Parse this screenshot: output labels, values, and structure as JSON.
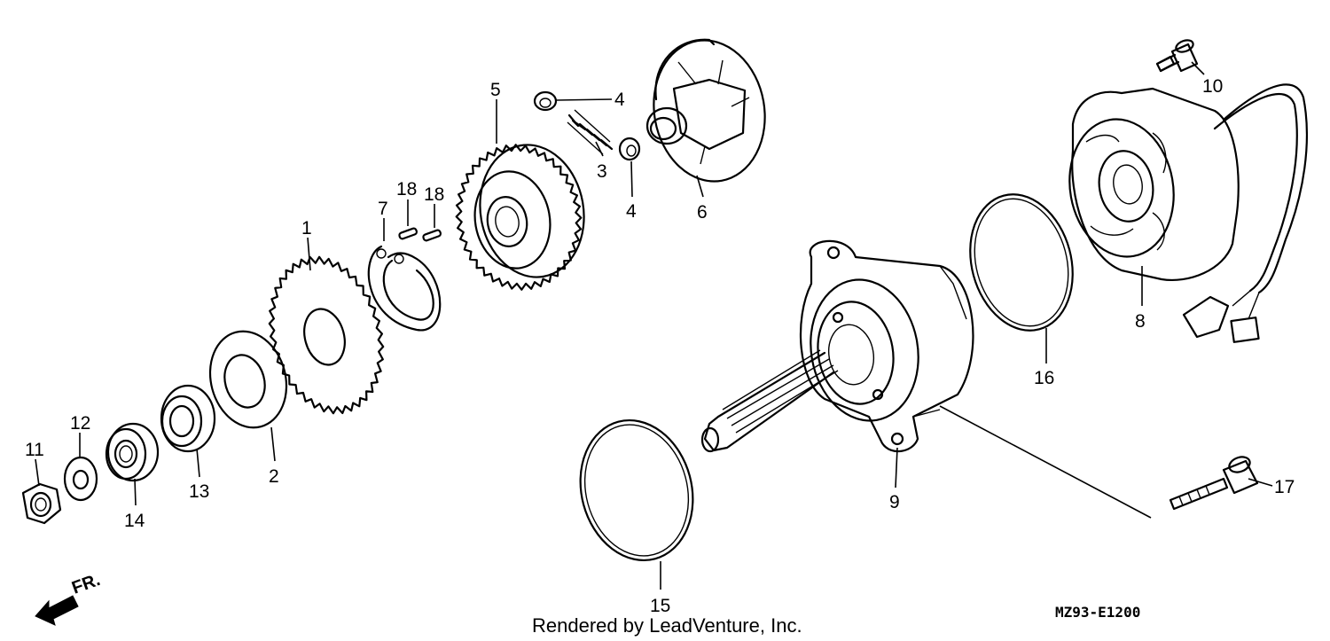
{
  "callouts": [
    {
      "id": "c1",
      "label": "1"
    },
    {
      "id": "c2",
      "label": "2"
    },
    {
      "id": "c3",
      "label": "3"
    },
    {
      "id": "c4a",
      "label": "4"
    },
    {
      "id": "c4b",
      "label": "4"
    },
    {
      "id": "c5",
      "label": "5"
    },
    {
      "id": "c6",
      "label": "6"
    },
    {
      "id": "c7",
      "label": "7"
    },
    {
      "id": "c8",
      "label": "8"
    },
    {
      "id": "c9",
      "label": "9"
    },
    {
      "id": "c10",
      "label": "10"
    },
    {
      "id": "c11",
      "label": "11"
    },
    {
      "id": "c12",
      "label": "12"
    },
    {
      "id": "c13",
      "label": "13"
    },
    {
      "id": "c14",
      "label": "14"
    },
    {
      "id": "c15",
      "label": "15"
    },
    {
      "id": "c16",
      "label": "16"
    },
    {
      "id": "c17",
      "label": "17"
    },
    {
      "id": "c18a",
      "label": "18"
    },
    {
      "id": "c18b",
      "label": "18"
    }
  ],
  "direction_label": "FR.",
  "diagram_code": "MZ93-E1200",
  "rendered_by": "Rendered by LeadVenture, Inc."
}
